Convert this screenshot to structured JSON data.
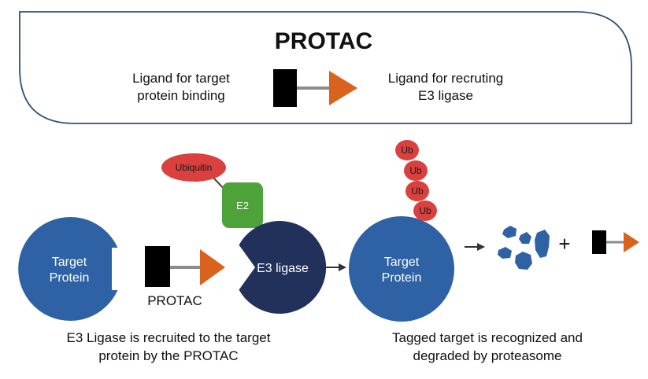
{
  "header": {
    "title": "PROTAC",
    "left_label": [
      "Ligand for target",
      "protein binding"
    ],
    "right_label": [
      "Ligand for recruting",
      "E3 ligase"
    ]
  },
  "left_panel": {
    "target_protein": [
      "Target",
      "Protein"
    ],
    "protac_label": "PROTAC",
    "ubiquitin": "Ubiquitin",
    "e2": "E2",
    "e3": "E3 ligase",
    "caption": [
      "E3 Ligase is recruited to the target",
      "protein by the PROTAC"
    ]
  },
  "right_panel": {
    "target_protein": [
      "Target",
      "Protein"
    ],
    "ub_tags": [
      "Ub",
      "Ub",
      "Ub",
      "Ub"
    ],
    "plus": "+",
    "caption": [
      "Tagged target is recognized and",
      "degraded by proteasome"
    ]
  },
  "colors": {
    "target_blue": "#2e62a5",
    "e3_navy": "#22305c",
    "e2_green": "#4da33a",
    "ubiquitin_red": "#d9403e",
    "ligand_orange": "#d9621c",
    "ligand_black": "#000000",
    "linker_gray": "#8c8c8c",
    "header_border": "#2e4f7a"
  }
}
